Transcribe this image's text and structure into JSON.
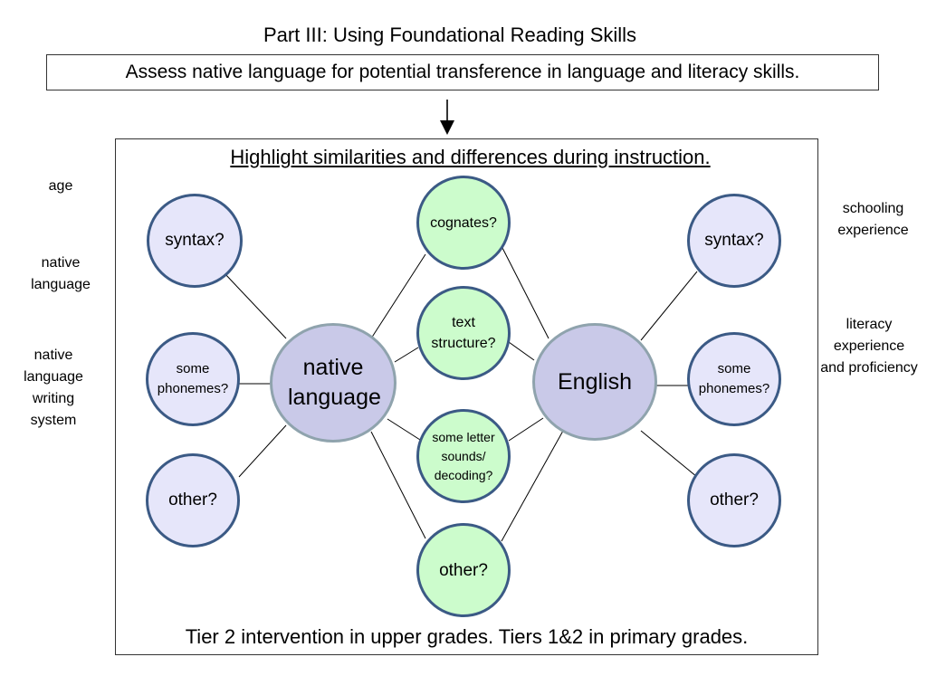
{
  "header": {
    "title": "Part III: Using Foundational Reading Skills",
    "assess_box": "Assess native language for potential transference in language and literacy skills."
  },
  "main": {
    "heading": "Highlight similarities and differences during instruction.",
    "footer": "Tier 2 intervention in upper grades.  Tiers 1&2 in primary grades."
  },
  "left_labels": {
    "age": "age",
    "native_language": "native language",
    "writing_system": "native language writing system"
  },
  "right_labels": {
    "schooling": "schooling experience",
    "literacy": "literacy experience and proficiency"
  },
  "nodes": {
    "left_syntax": "syntax?",
    "left_phonemes": "some phonemes?",
    "left_other": "other?",
    "native_language": "native language",
    "cognates": "cognates?",
    "text_structure": "text structure?",
    "letter_sounds": "some letter sounds/ decoding?",
    "middle_other": "other?",
    "english": "English",
    "right_syntax": "syntax?",
    "right_phonemes": "some phonemes?",
    "right_other": "other?"
  },
  "colors": {
    "outer_fill": "#e6e6fa",
    "center_fill": "#c9c9e8",
    "middle_fill": "#ccfccc",
    "node_border": "#3b5a85",
    "center_border": "#8fa3ad"
  }
}
